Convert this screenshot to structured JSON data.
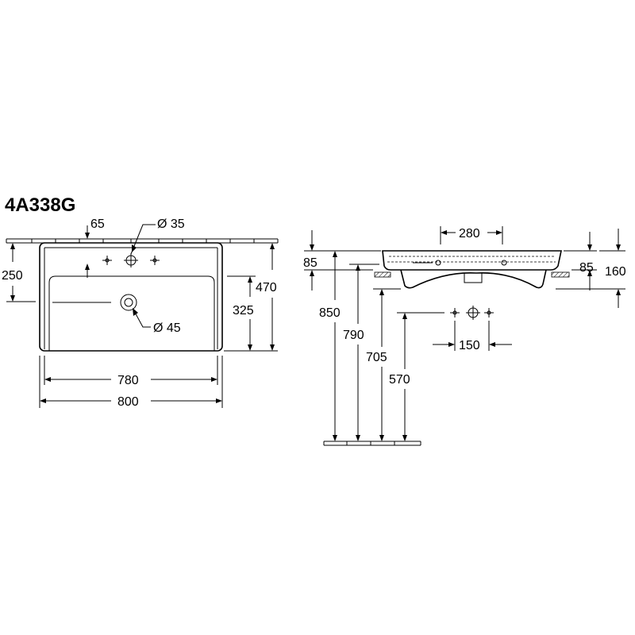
{
  "title": "4A338G",
  "top_view": {
    "dims": {
      "tap_offset": "65",
      "tap_hole": "Ø 35",
      "depth_to_tap": "250",
      "inner_width": "780",
      "overall_width": "800",
      "overall_depth": "470",
      "bowl_depth": "325",
      "waste_hole": "Ø 45"
    }
  },
  "side_view": {
    "dims": {
      "top_width": "280",
      "rim_left": "85",
      "rim_right": "85",
      "total_height": "160",
      "h_850": "850",
      "h_790": "790",
      "h_705": "705",
      "h_570": "570",
      "tap_spacing": "150"
    }
  }
}
